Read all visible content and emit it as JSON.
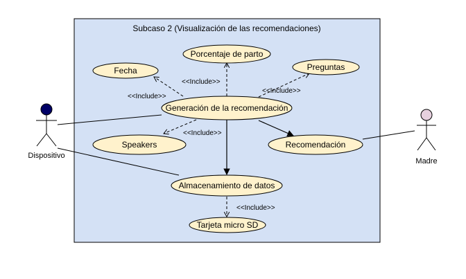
{
  "system": {
    "title": "Subcaso 2 (Visualización de las recomendaciones)",
    "fill_color": "#d4e1f5",
    "usecase_fill": "#fff2cc"
  },
  "actors": {
    "dispositivo": {
      "label": "Dispositivo",
      "head_color": "#000066"
    },
    "madre": {
      "label": "Madre",
      "head_color": "#e6d0de"
    }
  },
  "usecases": {
    "porcentaje": "Porcentaje de parto",
    "fecha": "Fecha",
    "preguntas": "Preguntas",
    "generacion": "Generación de la recomendación",
    "speakers": "Speakers",
    "recomendacion": "Recomendación",
    "almacenamiento": "Almacenamiento de datos",
    "tarjeta": "Tarjeta micro SD"
  },
  "relations": {
    "include_fecha": "<<Include>>",
    "include_porcentaje": "<<Include>>",
    "include_preguntas": "<<Include>>",
    "include_speakers": "<<Include>>",
    "include_tarjeta": "<<Include>>"
  }
}
